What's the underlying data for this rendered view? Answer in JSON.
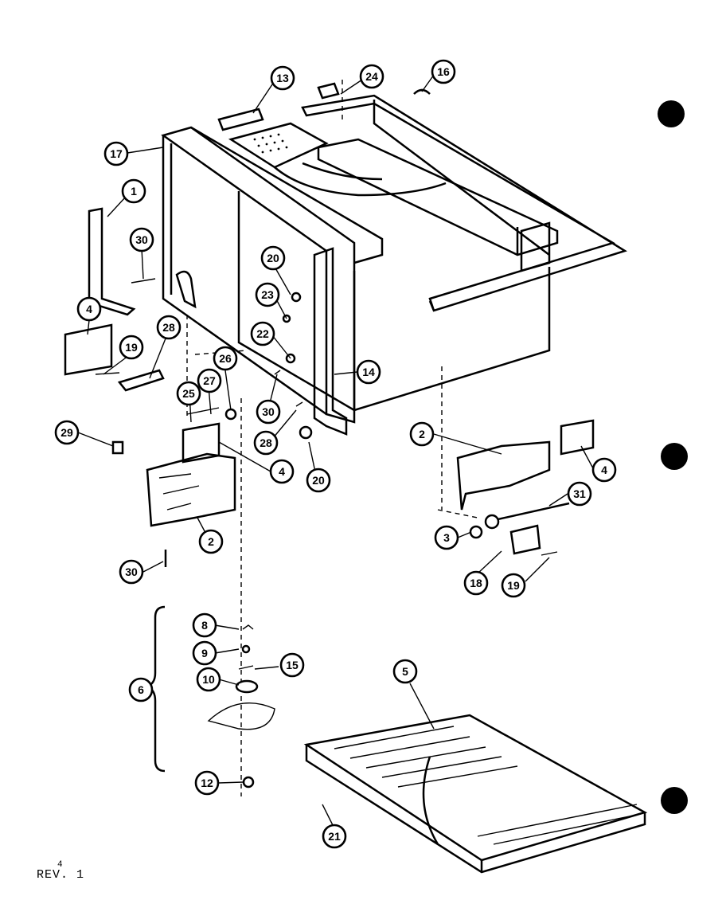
{
  "drawing": {
    "revision_label": "REV. 1",
    "revision_superscript": "4",
    "callouts": [
      {
        "id": "c13",
        "label": "13"
      },
      {
        "id": "c24",
        "label": "24"
      },
      {
        "id": "c16",
        "label": "16"
      },
      {
        "id": "c17",
        "label": "17"
      },
      {
        "id": "c1",
        "label": "1"
      },
      {
        "id": "c30a",
        "label": "30"
      },
      {
        "id": "c20a",
        "label": "20"
      },
      {
        "id": "c23",
        "label": "23"
      },
      {
        "id": "c4a",
        "label": "4"
      },
      {
        "id": "c19a",
        "label": "19"
      },
      {
        "id": "c28a",
        "label": "28"
      },
      {
        "id": "c22",
        "label": "22"
      },
      {
        "id": "c14",
        "label": "14"
      },
      {
        "id": "c26",
        "label": "26"
      },
      {
        "id": "c25",
        "label": "25"
      },
      {
        "id": "c27",
        "label": "27"
      },
      {
        "id": "c30b",
        "label": "30"
      },
      {
        "id": "c29",
        "label": "29"
      },
      {
        "id": "c28b",
        "label": "28"
      },
      {
        "id": "c4b",
        "label": "4"
      },
      {
        "id": "c20b",
        "label": "20"
      },
      {
        "id": "c2a",
        "label": "2"
      },
      {
        "id": "c30c",
        "label": "30"
      },
      {
        "id": "c2b",
        "label": "2"
      },
      {
        "id": "c4c",
        "label": "4"
      },
      {
        "id": "c31",
        "label": "31"
      },
      {
        "id": "c3",
        "label": "3"
      },
      {
        "id": "c18",
        "label": "18"
      },
      {
        "id": "c19b",
        "label": "19"
      },
      {
        "id": "c8",
        "label": "8"
      },
      {
        "id": "c9",
        "label": "9"
      },
      {
        "id": "c15",
        "label": "15"
      },
      {
        "id": "c10",
        "label": "10"
      },
      {
        "id": "c6",
        "label": "6"
      },
      {
        "id": "c5",
        "label": "5"
      },
      {
        "id": "c12",
        "label": "12"
      },
      {
        "id": "c21",
        "label": "21"
      }
    ]
  }
}
